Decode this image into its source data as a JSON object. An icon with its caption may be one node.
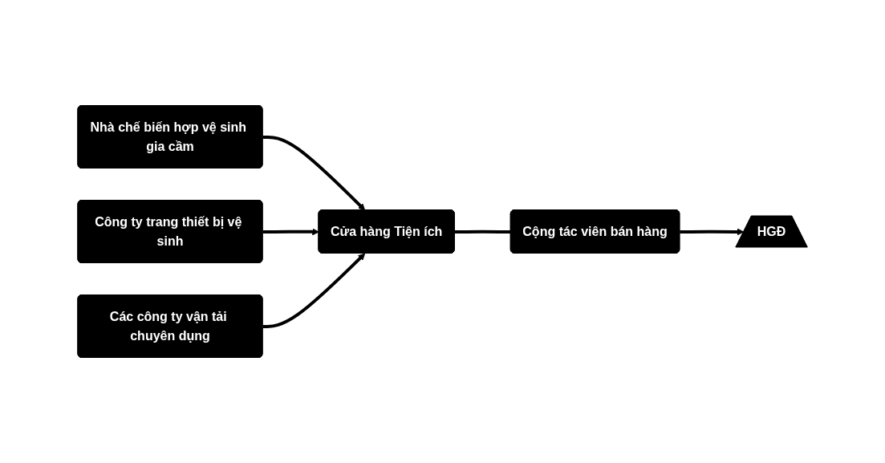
{
  "diagram": {
    "nodes": [
      {
        "text": [
          "Nhà chế biến hợp vệ sinh gia cầm"
        ]
      },
      {
        "text": [
          "Công ty trang thiết bị vệ sinh"
        ]
      },
      {
        "text": [
          "Các công ty vận tải chuyên dụng"
        ]
      },
      {
        "text": [
          "Cửa hàng Tiện ích"
        ]
      },
      {
        "text": [
          "Cộng tác viên bán hàng"
        ]
      },
      {
        "text": [
          "HGĐ"
        ]
      }
    ],
    "edges": [
      {
        "from": 0,
        "to": 3,
        "arrow": "to"
      },
      {
        "from": 1,
        "to": 3,
        "arrow": "to"
      },
      {
        "from": 2,
        "to": 3,
        "arrow": "to"
      },
      {
        "from": 3,
        "to": 4,
        "arrow": "none"
      },
      {
        "from": 4,
        "to": 5,
        "arrow": "to"
      }
    ]
  }
}
